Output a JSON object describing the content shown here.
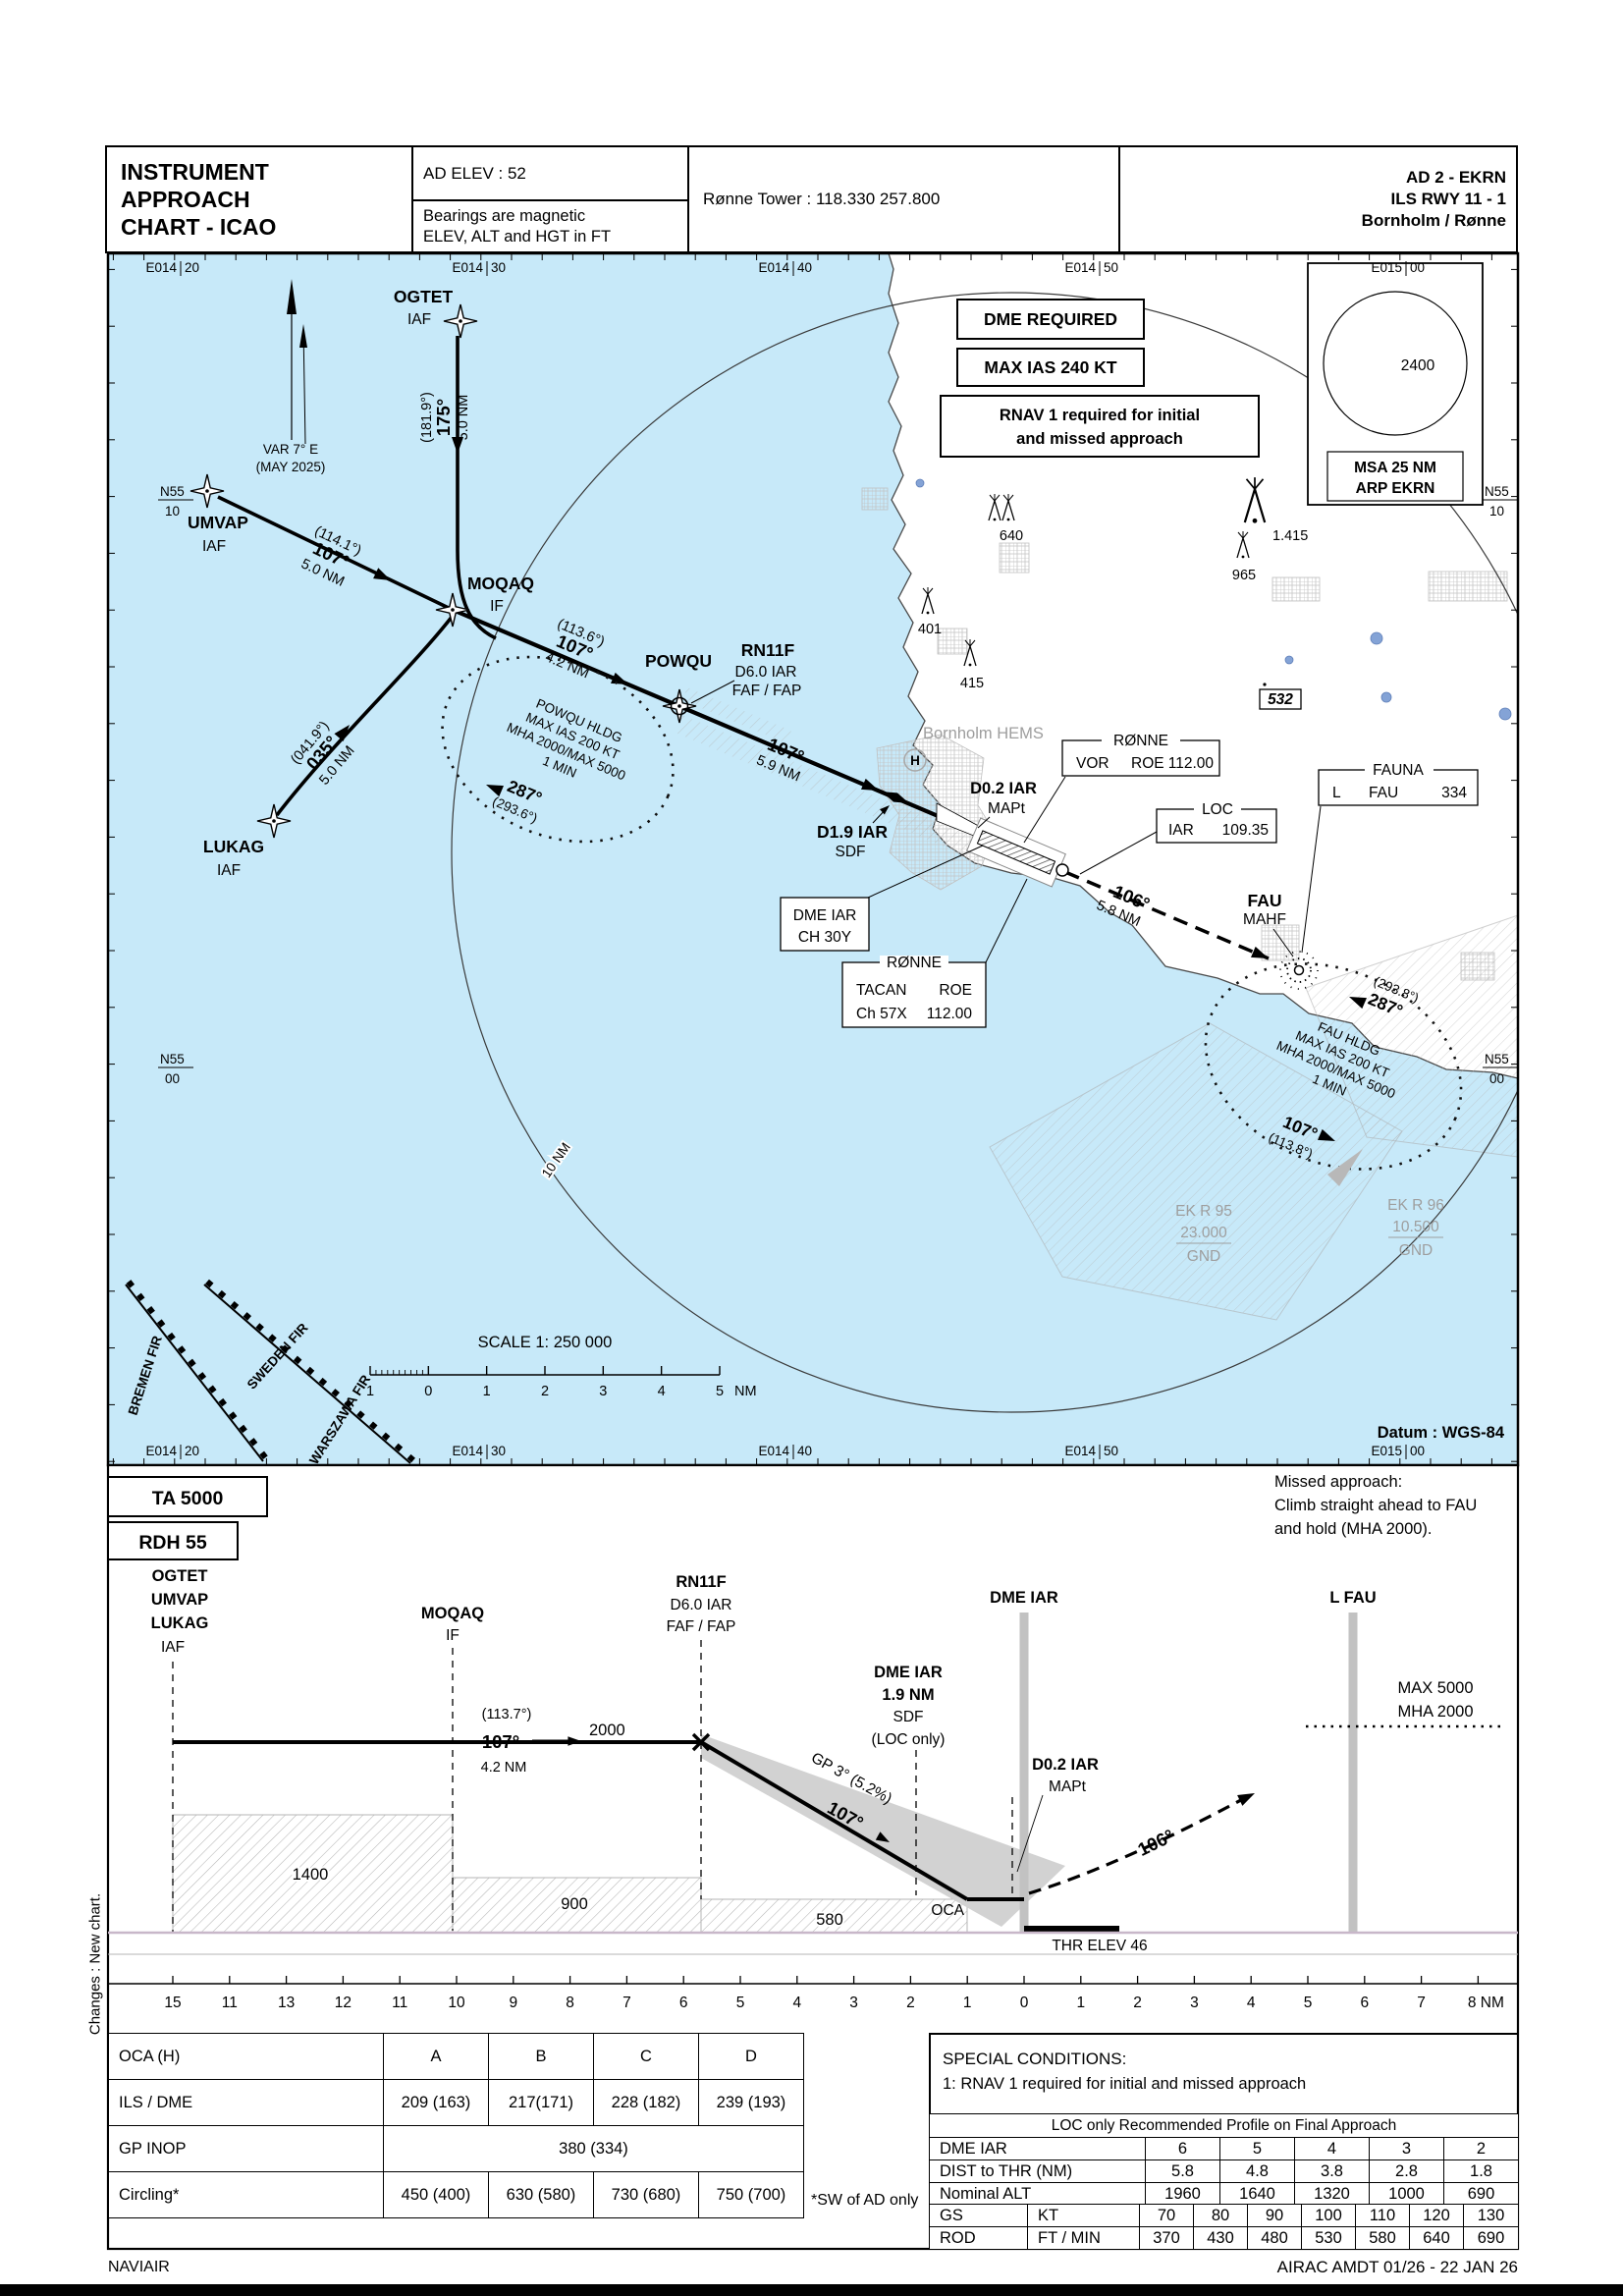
{
  "header": {
    "title1": "INSTRUMENT",
    "title2": "APPROACH",
    "title3": "CHART - ICAO",
    "ad_elev": "AD ELEV : 52",
    "bearings1": "Bearings are magnetic",
    "bearings2": "ELEV, ALT and HGT in FT",
    "tower": "Rønne Tower : 118.330  257.800",
    "code": "AD 2 - EKRN",
    "proc": "ILS RWY 11 - 1",
    "city": "Bornholm / Rønne"
  },
  "map": {
    "notes": {
      "n1": "DME REQUIRED",
      "n2": "MAX IAS 240 KT",
      "n3a": "RNAV 1 required for initial",
      "n3b": "and missed approach"
    },
    "msa": {
      "alt": "2400",
      "l1": "MSA 25 NM",
      "l2": "ARP EKRN"
    },
    "variation": {
      "l1": "VAR 7° E",
      "l2": "(MAY 2025)"
    },
    "lon": [
      {
        "d": "E014",
        "m": "20"
      },
      {
        "d": "E014",
        "m": "30"
      },
      {
        "d": "E014",
        "m": "40"
      },
      {
        "d": "E014",
        "m": "50"
      },
      {
        "d": "E015",
        "m": "00"
      }
    ],
    "lat": [
      {
        "d": "N55",
        "m": "10"
      },
      {
        "d": "N55",
        "m": "00"
      }
    ],
    "fixes": {
      "ogtet": {
        "name": "OGTET",
        "role": "IAF"
      },
      "umvap": {
        "name": "UMVAP",
        "role": "IAF"
      },
      "lukag": {
        "name": "LUKAG",
        "role": "IAF"
      },
      "moqaq": {
        "name": "MOQAQ",
        "role": "IF"
      },
      "powqu": {
        "name": "POWQU",
        "rnav": "RN11F",
        "d": "D6.0 IAR",
        "role": "FAF / FAP"
      },
      "d19": {
        "name": "D1.9 IAR",
        "role": "SDF"
      },
      "d02": {
        "name": "D0.2 IAR",
        "role": "MAPt"
      },
      "fau": {
        "name": "FAU",
        "role": "MAHF"
      }
    },
    "legs": {
      "ogtet": {
        "t": "(181.9°)",
        "m": "175°",
        "d": "5.0 NM"
      },
      "umvap": {
        "t": "(114.1°)",
        "m": "107°",
        "d": "5.0 NM"
      },
      "lukag": {
        "t": "(041.9°)",
        "m": "035°",
        "d": "5.0 NM"
      },
      "moqaq": {
        "t": "(113.6°)",
        "m": "107°",
        "d": "4.2 NM"
      },
      "final": {
        "m": "107°",
        "d": "5.9 NM"
      },
      "missed": {
        "m": "106°",
        "d": "5.8 NM"
      }
    },
    "holds": {
      "powqu": {
        "l1": "POWQU HLDG",
        "l2": "MAX IAS 200 KT",
        "l3": "MHA 2000/MAX 5000",
        "l4": "1 MIN",
        "out_m": "287°",
        "out_t": "(293.6°)"
      },
      "fau": {
        "l1": "FAU HLDG",
        "l2": "MAX IAS 200 KT",
        "l3": "MHA 2000/MAX 5000",
        "l4": "1 MIN",
        "in_m": "287°",
        "in_t": "(293.8°)",
        "out_m": "107°",
        "out_t": "(113.8°)"
      }
    },
    "navaids": {
      "vor": {
        "title": "RØNNE",
        "c1": "VOR",
        "c2": "ROE",
        "c3": "112.00"
      },
      "loc": {
        "title": "LOC",
        "c1": "IAR",
        "c2": "109.35"
      },
      "fauna": {
        "title": "FAUNA",
        "c1": "L",
        "c2": "FAU",
        "c3": "334"
      },
      "dme": {
        "l1": "DME  IAR",
        "l2": "CH 30Y"
      },
      "tacan": {
        "title": "RØNNE",
        "a1": "TACAN",
        "a2": "ROE",
        "b1": "Ch  57X",
        "b2": "112.00"
      }
    },
    "obstacles": {
      "o640": "640",
      "o401": "401",
      "o415": "415",
      "o1415": "1.415",
      "o965": "965",
      "o532": "532"
    },
    "labels": {
      "hems": "Bornholm HEMS",
      "h": "H",
      "ring": "10 NM",
      "datum": "Datum : WGS-84"
    },
    "danger": {
      "r95a": "EK R 95",
      "r95b": "23.000",
      "r95c": "GND",
      "r96a": "EK R 96",
      "r96b": "10.500",
      "r96c": "GND"
    },
    "fir": {
      "f1": "BREMEN FIR",
      "f2": "SWEDEN FIR",
      "f3": "WARSZAWA FIR"
    },
    "scale": {
      "title": "SCALE 1: 250 000",
      "numbers": [
        "1",
        "0",
        "1",
        "2",
        "3",
        "4",
        "5"
      ],
      "unit": "NM"
    }
  },
  "profile": {
    "ta": "TA 5000",
    "rdh": "RDH 55",
    "missed": {
      "l1": "Missed approach:",
      "l2": "Climb straight ahead to FAU",
      "l3": "and hold (MHA 2000)."
    },
    "iaf": {
      "l1": "OGTET",
      "l2": "UMVAP",
      "l3": "LUKAG",
      "l4": "IAF"
    },
    "if": {
      "l1": "MOQAQ",
      "l2": "IF"
    },
    "faf": {
      "l1": "RN11F",
      "l2": "D6.0 IAR",
      "l3": "FAF / FAP"
    },
    "bars": {
      "dme": "DME IAR",
      "lfau": "L FAU"
    },
    "mha": {
      "l1": "MAX 5000",
      "l2": "MHA 2000"
    },
    "seg": {
      "t": "(113.7°)",
      "m": "107°",
      "d": "4.2 NM",
      "alt": "2000"
    },
    "gp": {
      "l1": "GP 3° (5.2%)",
      "m": "107°"
    },
    "sdf": {
      "l1": "DME IAR",
      "l2": "1.9 NM",
      "l3": "SDF",
      "l4": "(LOC only)"
    },
    "mapt": {
      "l1": "D0.2 IAR",
      "l2": "MAPt"
    },
    "missed_m": "106°",
    "steps": {
      "s1": "1400",
      "s2": "900",
      "s3": "580"
    },
    "oca": "OCA",
    "thr": "THR ELEV 46",
    "scale_labels": [
      "15",
      "11",
      "13",
      "12",
      "11",
      "10",
      "9",
      "8",
      "7",
      "6",
      "5",
      "4",
      "3",
      "2",
      "1",
      "0",
      "1",
      "2",
      "3",
      "4",
      "5",
      "6",
      "7",
      "8 NM"
    ]
  },
  "tables": {
    "oca": {
      "h": [
        "OCA (H)",
        "A",
        "B",
        "C",
        "D"
      ],
      "r1": [
        "ILS / DME",
        "209 (163)",
        "217(171)",
        "228 (182)",
        "239 (193)"
      ],
      "r2l": "GP INOP",
      "r2v": "380 (334)",
      "r3": [
        "Circling*",
        "450 (400)",
        "630 (580)",
        "730 (680)",
        "750 (700)"
      ],
      "note": "*SW of AD only"
    },
    "special": {
      "t": "SPECIAL CONDITIONS:",
      "c1": "1: RNAV 1 required for initial and missed approach"
    },
    "locp": {
      "title": "LOC only Recommended Profile on Final Approach",
      "r1": [
        "DME IAR",
        "6",
        "5",
        "4",
        "3",
        "2"
      ],
      "r2": [
        "DIST to THR (NM)",
        "5.8",
        "4.8",
        "3.8",
        "2.8",
        "1.8"
      ],
      "r3": [
        "Nominal ALT",
        "1960",
        "1640",
        "1320",
        "1000",
        "690"
      ],
      "gs": [
        "GS",
        "KT",
        "70",
        "80",
        "90",
        "100",
        "110",
        "120",
        "130"
      ],
      "rod": [
        "ROD",
        "FT / MIN",
        "370",
        "430",
        "480",
        "530",
        "580",
        "640",
        "690"
      ]
    }
  },
  "footer": {
    "left": "NAVIAIR",
    "right": "AIRAC AMDT 01/26 - 22 JAN 26"
  },
  "sidebar": {
    "changes": "Changes : New chart."
  },
  "colors": {
    "sea": "#c7e9f9",
    "land": "#ffffff",
    "accent": "#000000",
    "gray": "#9e9e9e",
    "lake": "#84a3d6",
    "ground_line": "#c8b7c9"
  }
}
